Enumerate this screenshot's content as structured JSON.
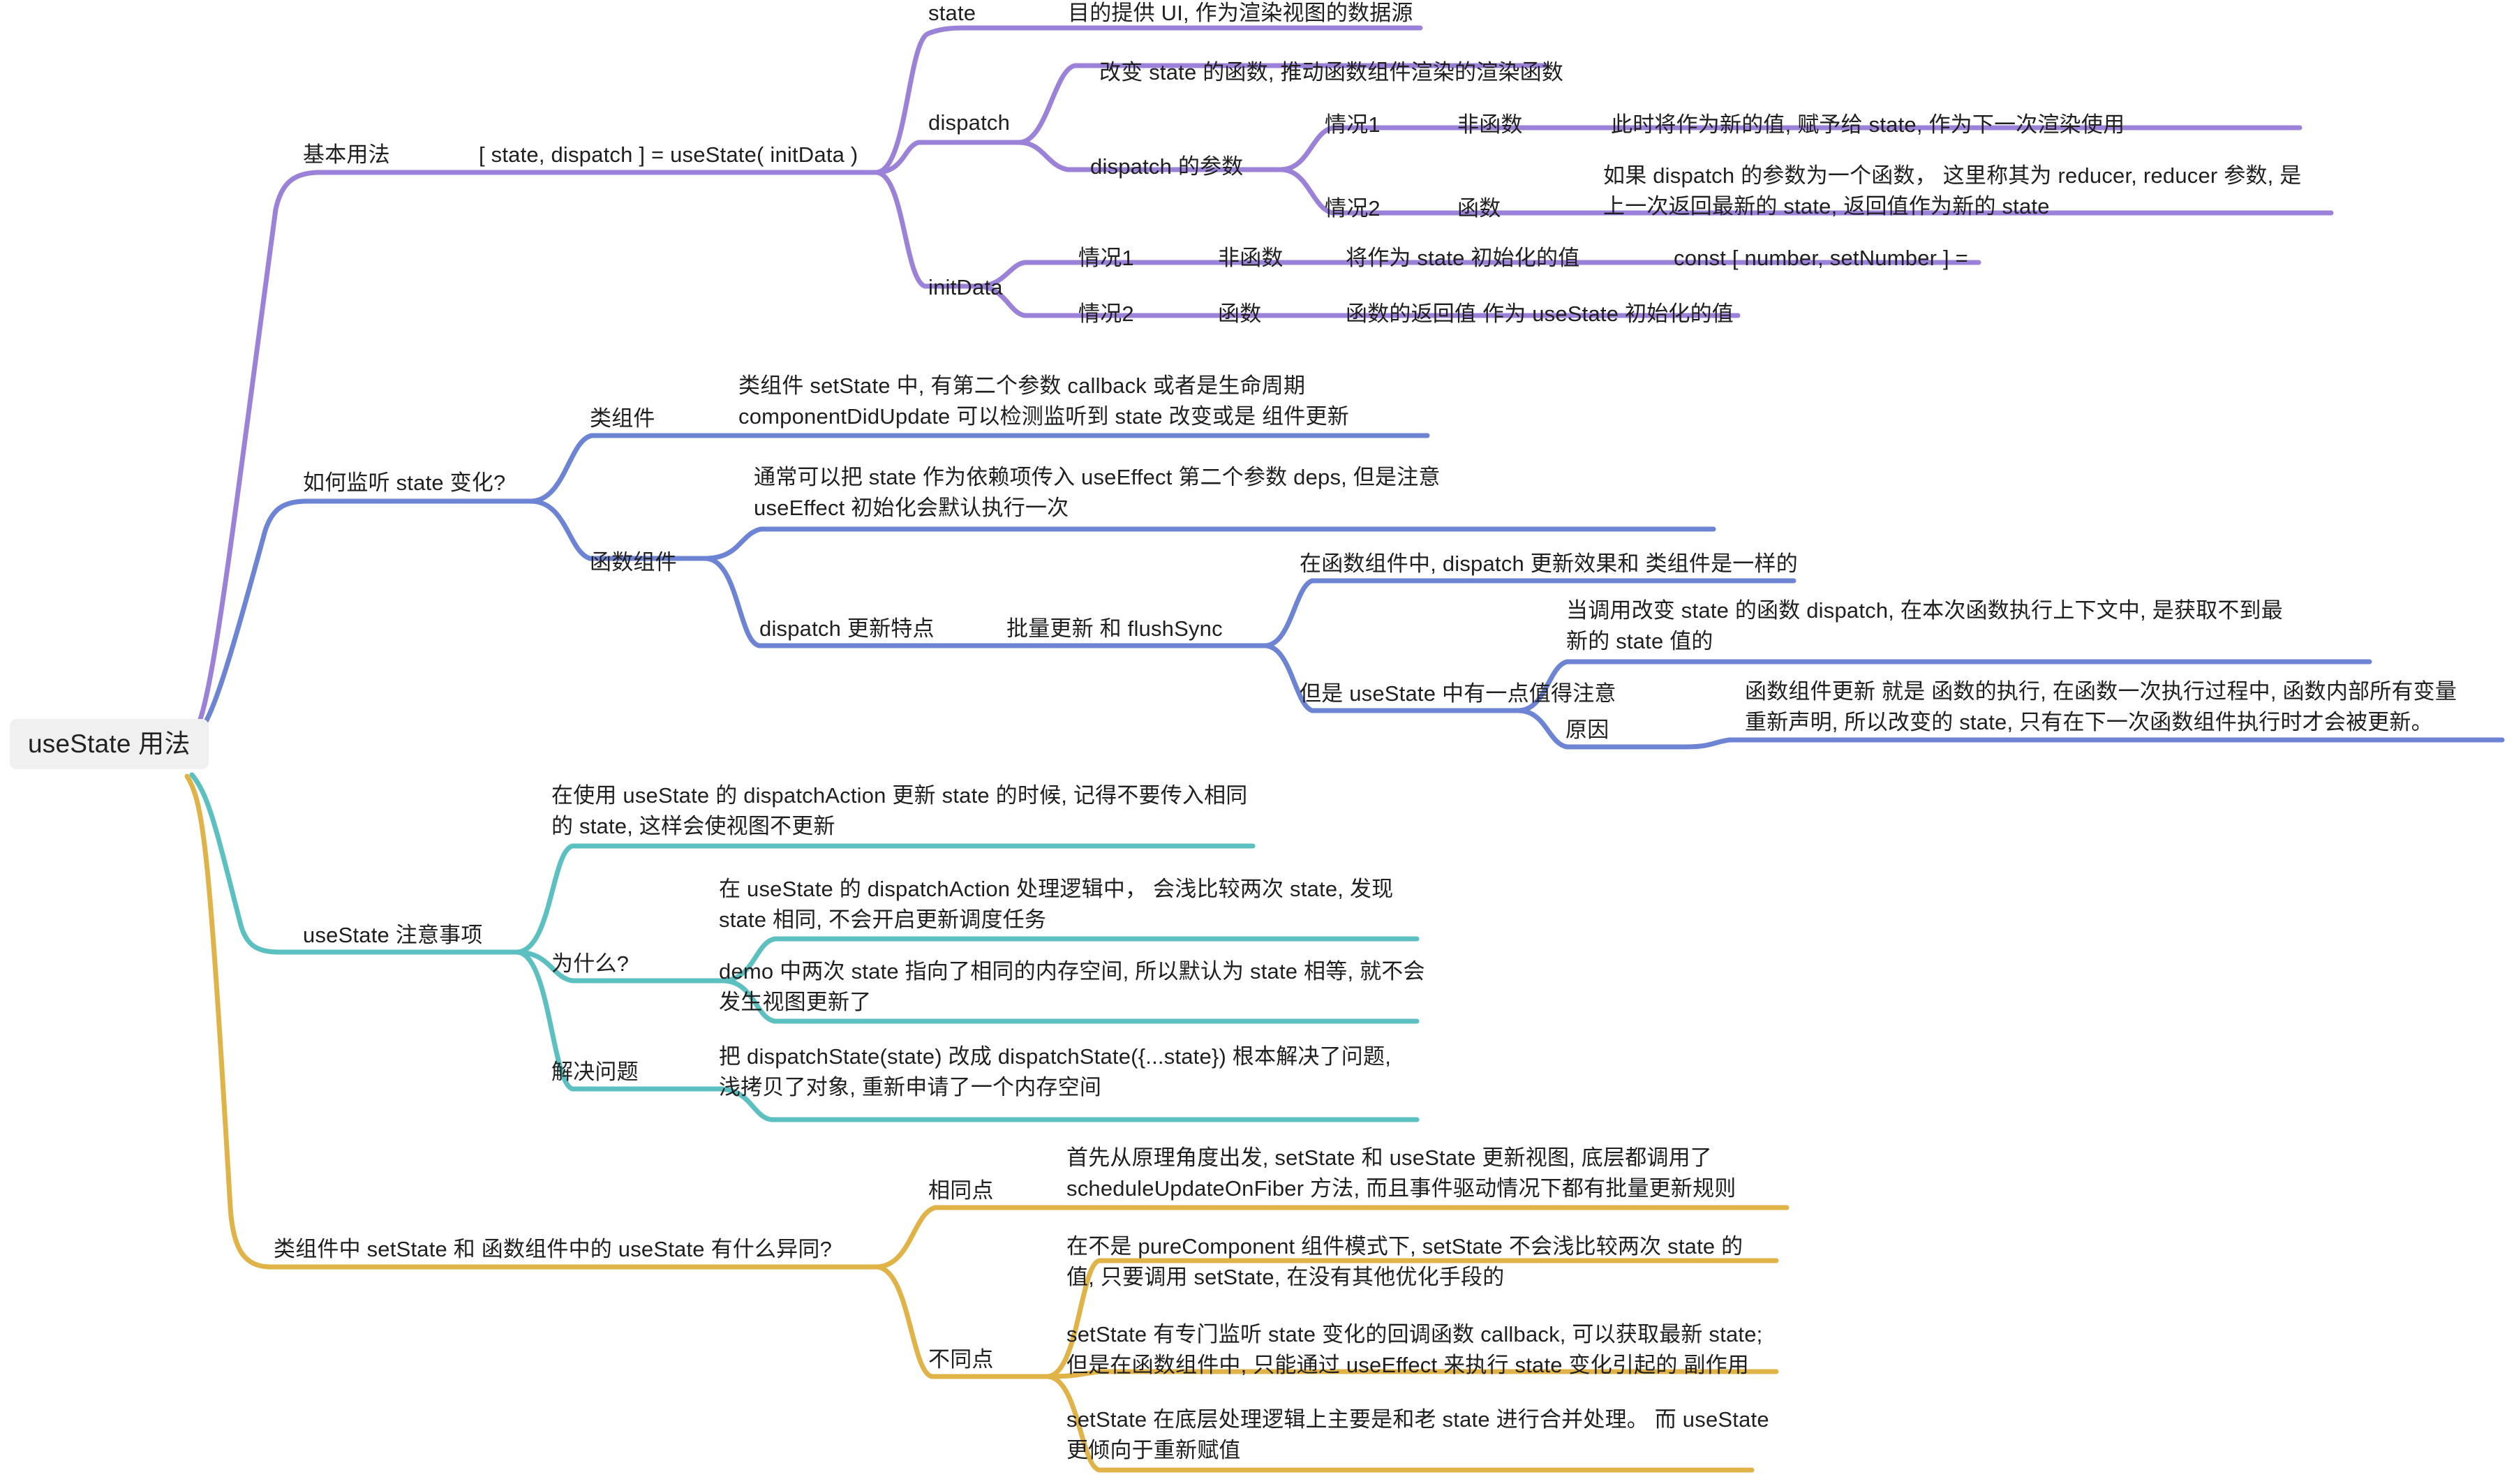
{
  "colors": {
    "branch_purple": "#9b82d8",
    "branch_blue": "#6d83d4",
    "branch_teal": "#5cc0c0",
    "branch_gold": "#e0b349",
    "root_bg": "#f0f0f0",
    "text": "#1f1f1f",
    "page_bg": "#ffffff"
  },
  "root": {
    "label": "useState 用法"
  },
  "branches": [
    {
      "id": "basic-usage",
      "color_key": "branch_purple",
      "label": "基本用法",
      "note": "[ state, dispatch ] = useState( initData )",
      "children": [
        {
          "id": "state",
          "label": "state",
          "detail": "目的提供 UI, 作为渲染视图的数据源"
        },
        {
          "id": "dispatch",
          "label": "dispatch",
          "detail": "改变 state 的函数, 推动函数组件渲染的渲染函数",
          "sub_label": "dispatch 的参数",
          "cases": [
            {
              "case_label": "情况1",
              "case_type": "非函数",
              "case_detail": "此时将作为新的值, 赋予给 state, 作为下一次渲染使用"
            },
            {
              "case_label": "情况2",
              "case_type": "函数",
              "case_detail": "如果 dispatch 的参数为一个函数， 这里称其为 reducer, reducer 参数, 是\n上一次返回最新的 state, 返回值作为新的 state"
            }
          ]
        },
        {
          "id": "initData",
          "label": "initData",
          "cases": [
            {
              "case_label": "情况1",
              "case_type": "非函数",
              "case_detail": "将作为 state 初始化的值",
              "case_extra": "const [ number, setNumber ] ="
            },
            {
              "case_label": "情况2",
              "case_type": "函数",
              "case_detail": "函数的返回值 作为 useState 初始化的值"
            }
          ]
        }
      ]
    },
    {
      "id": "listen-state",
      "color_key": "branch_blue",
      "label": "如何监听 state 变化?",
      "children": [
        {
          "id": "class-component",
          "label": "类组件",
          "detail": "类组件 setState 中, 有第二个参数 callback 或者是生命周期\ncomponentDidUpdate 可以检测监听到 state 改变或是 组件更新"
        },
        {
          "id": "function-component",
          "label": "函数组件",
          "detail": "通常可以把 state 作为依赖项传入 useEffect 第二个参数 deps, 但是注意\nuseEffect 初始化会默认执行一次",
          "sub_label": "dispatch 更新特点",
          "sub_note": "批量更新 和  flushSync",
          "sub_children": [
            {
              "label": "在函数组件中, dispatch 更新效果和 类组件是一样的"
            },
            {
              "label": "但是 useState 中有一点值得注意",
              "detail": "当调用改变 state 的函数 dispatch, 在本次函数执行上下文中, 是获取不到最\n新的 state 值的",
              "reason_label": "原因",
              "reason_detail": "函数组件更新 就是 函数的执行, 在函数一次执行过程中, 函数内部所有变量\n重新声明, 所以改变的 state, 只有在下一次函数组件执行时才会被更新。"
            }
          ]
        }
      ]
    },
    {
      "id": "usestate-notes",
      "color_key": "branch_teal",
      "label": "useState 注意事项",
      "children": [
        {
          "id": "note-main",
          "label": "",
          "detail": "在使用  useState 的 dispatchAction 更新 state 的时候, 记得不要传入相同\n的 state, 这样会使视图不更新"
        },
        {
          "id": "why",
          "label": "为什么?",
          "items": [
            "在  useState 的 dispatchAction 处理逻辑中， 会浅比较两次 state, 发现\nstate 相同, 不会开启更新调度任务",
            "demo 中两次 state 指向了相同的内存空间, 所以默认为 state 相等, 就不会\n发生视图更新了"
          ]
        },
        {
          "id": "solve",
          "label": "解决问题",
          "items": [
            "把  dispatchState(state) 改成 dispatchState({...state}) 根本解决了问题,\n浅拷贝了对象, 重新申请了一个内存空间"
          ]
        }
      ]
    },
    {
      "id": "setstate-vs-usestate",
      "color_key": "branch_gold",
      "label": "类组件中 setState 和 函数组件中的  useState 有什么异同?",
      "children": [
        {
          "id": "same",
          "label": "相同点",
          "items": [
            "首先从原理角度出发,  setState 和 useState 更新视图, 底层都调用了\nscheduleUpdateOnFiber 方法, 而且事件驱动情况下都有批量更新规则"
          ]
        },
        {
          "id": "diff",
          "label": "不同点",
          "items": [
            "在不是 pureComponent 组件模式下,  setState 不会浅比较两次 state 的\n值, 只要调用 setState, 在没有其他优化手段的",
            "setState 有专门监听 state  变化的回调函数 callback, 可以获取最新 state;\n但是在函数组件中, 只能通过 useEffect 来执行 state 变化引起的  副作用",
            "setState 在底层处理逻辑上主要是和老 state 进行合并处理。 而 useState\n更倾向于重新赋值"
          ]
        }
      ]
    }
  ]
}
